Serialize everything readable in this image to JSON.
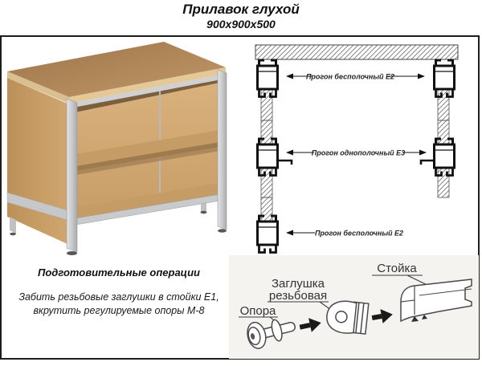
{
  "title": {
    "name": "Прилавок глухой",
    "dimensions": "900х900х500"
  },
  "diagram": {
    "labels": {
      "purlin_top": "Прогон бесполочный Е2",
      "purlin_middle": "Прогон однополочный Е3",
      "purlin_bottom": "Прогон бесполочный Е2"
    }
  },
  "prep": {
    "heading": "Подготовительные операции",
    "line1": "Забить резьбовые заглушки в стойки Е1,",
    "line2": "вкрутить регулируемые опоры М-8"
  },
  "assembly": {
    "plug_label_line1": "Заглушка",
    "plug_label_line2": "резьбовая",
    "support_label": "Опора",
    "post_label": "Стойка"
  },
  "colors": {
    "wood_top": "#b08757",
    "wood_edge": "#e4c897",
    "wood_panel": "#c49a64",
    "metal": "#c8c9cb",
    "outline": "#111111",
    "text": "#1a1a1a"
  }
}
